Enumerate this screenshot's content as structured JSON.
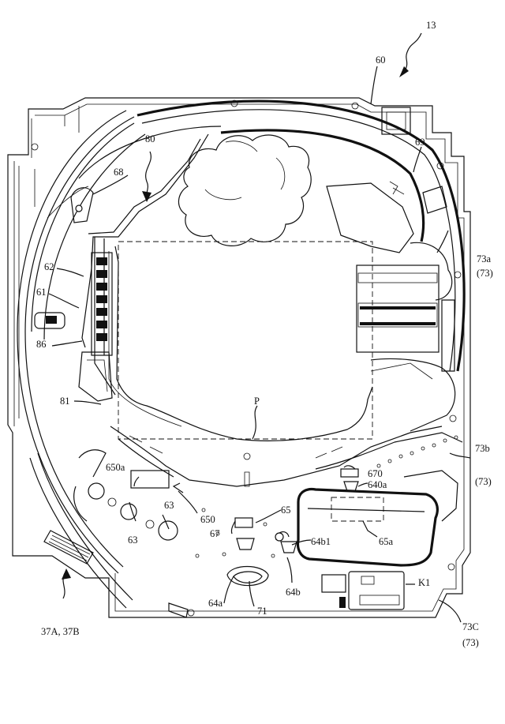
{
  "figure": {
    "labels": {
      "ref_13": "13",
      "ref_60": "60",
      "ref_69": "69",
      "ref_80": "80",
      "ref_68": "68",
      "ref_73a": "73a",
      "ref_73a_paren": "(73)",
      "ref_62": "62",
      "ref_61": "61",
      "ref_86": "86",
      "ref_81": "81",
      "ref_p": "P",
      "ref_73b": "73b",
      "ref_73b_paren": "(73)",
      "ref_650a": "650a",
      "ref_670": "670",
      "ref_640a": "640a",
      "ref_65": "65",
      "ref_63_right": "63",
      "ref_63_left": "63",
      "ref_650": "650",
      "ref_67": "67",
      "ref_64b1": "64b1",
      "ref_65a": "65a",
      "ref_64b": "64b",
      "ref_k1": "K1",
      "ref_64a": "64a",
      "ref_71": "71",
      "ref_37ab": "37A, 37B",
      "ref_73c": "73C",
      "ref_73c_paren": "(73)"
    }
  }
}
